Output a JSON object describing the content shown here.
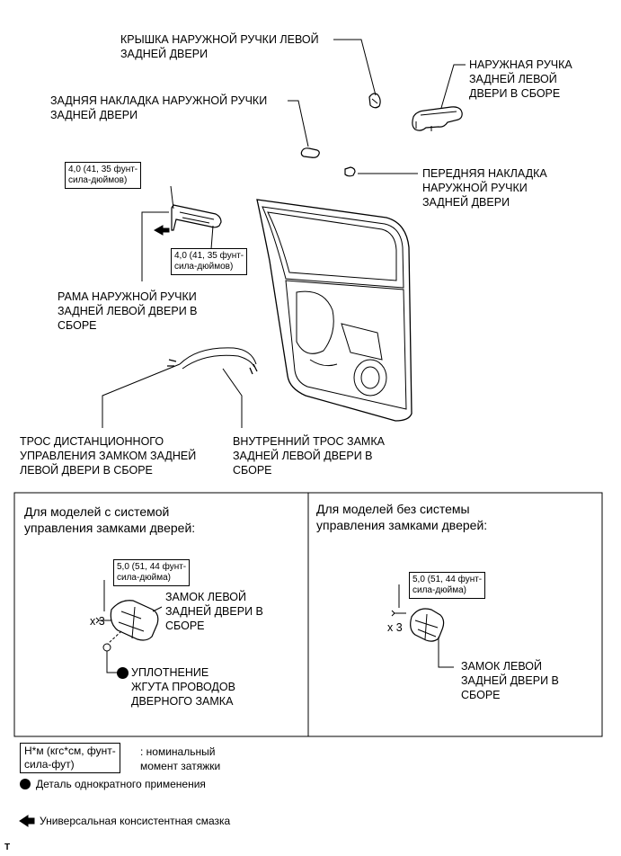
{
  "labels": {
    "cover": "КРЫШКА НАРУЖНОЙ РУЧКИ ЛЕВОЙ\nЗАДНЕЙ ДВЕРИ",
    "outer_handle": "НАРУЖНАЯ РУЧКА\nЗАДНЕЙ ЛЕВОЙ\nДВЕРИ В СБОРЕ",
    "rear_pad": "ЗАДНЯЯ НАКЛАДКА НАРУЖНОЙ РУЧКИ\nЗАДНЕЙ ДВЕРИ",
    "front_pad": "ПЕРЕДНЯЯ НАКЛАДКА\nНАРУЖНОЙ РУЧКИ\nЗАДНЕЙ ДВЕРИ",
    "frame": "РАМА НАРУЖНОЙ РУЧКИ\nЗАДНЕЙ ЛЕВОЙ ДВЕРИ В\nСБОРЕ",
    "remote_cable": "ТРОС ДИСТАНЦИОННОГО\nУПРАВЛЕНИЯ ЗАМКОМ ЗАДНЕЙ\nЛЕВОЙ ДВЕРИ В СБОРЕ",
    "inner_cable": "ВНУТРЕННИЙ ТРОС ЗАМКА\nЗАДНЕЙ ЛЕВОЙ ДВЕРИ В\nСБОРЕ",
    "lock_left": "ЗАМОК ЛЕВОЙ\nЗАДНЕЙ ДВЕРИ В\nСБОРЕ",
    "lock_right": "ЗАМОК ЛЕВОЙ\nЗАДНЕЙ ДВЕРИ В\nСБОРЕ",
    "seal": "УПЛОТНЕНИЕ\nЖГУТА ПРОВОДОВ\nДВЕРНОГО ЗАМКА"
  },
  "torque": {
    "t1": "4,0 (41, 35 фунт-\nсила-дюймов)",
    "t2": "4,0 (41, 35 фунт-\nсила-дюймов)",
    "t3": "5,0 (51, 44 фунт-\nсила-дюйма)",
    "t4": "5,0 (51, 44 фунт-\nсила-дюйма)"
  },
  "panels": {
    "left_title": "Для моделей с системой\nуправления замками дверей:",
    "right_title": "Для моделей без системы\nуправления замками дверей:",
    "x3_left": "x 3",
    "x3_right": "x 3"
  },
  "legend": {
    "torque_box": "Н*м (кгс*см, фунт-\nсила-фут)",
    "torque_desc": ": номинальный\nмомент затяжки",
    "single_use": "Деталь однократного применения",
    "grease": "Универсальная консистентная смазка"
  },
  "corner_mark": "T",
  "icons": [
    "single-use-dot-icon",
    "grease-arrow-icon"
  ]
}
